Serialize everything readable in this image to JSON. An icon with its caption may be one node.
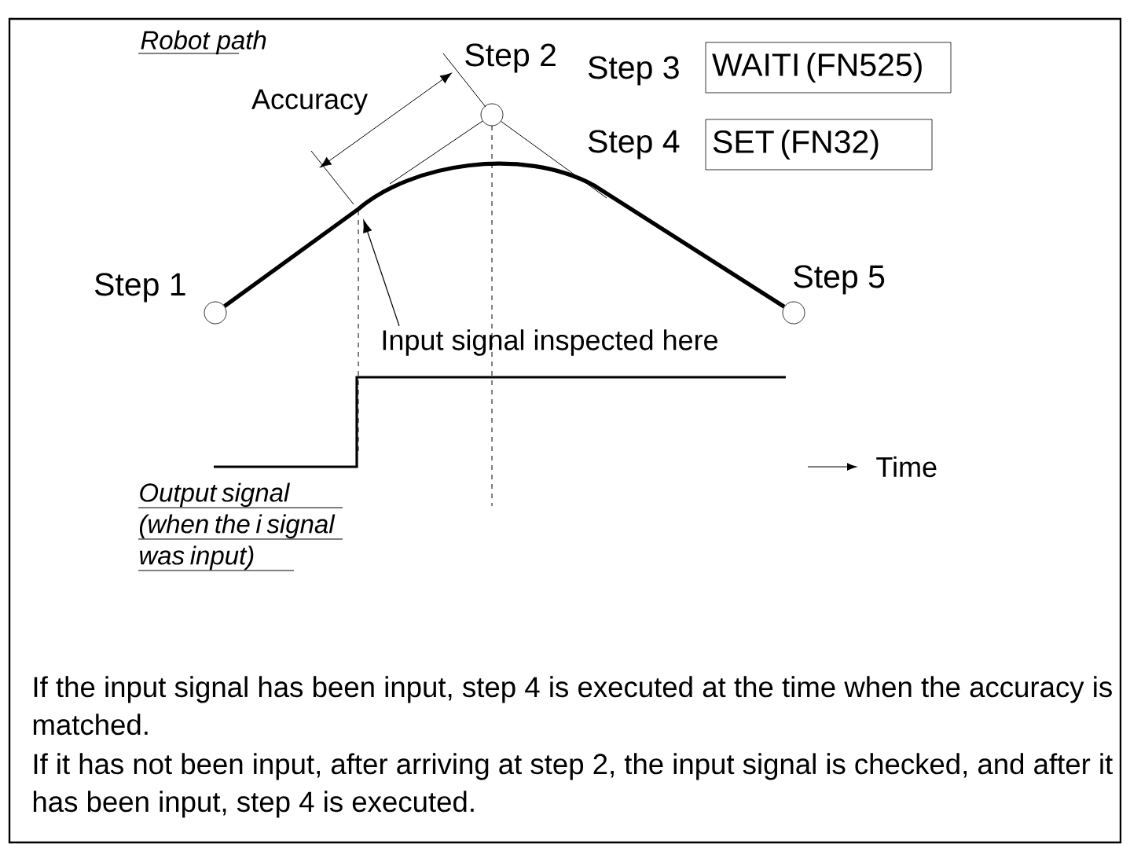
{
  "diagram": {
    "nodes": [
      {
        "text": [],
        "shape": "circle",
        "beside": [
          "Step 1"
        ]
      },
      {
        "text": [],
        "shape": "circle",
        "beside": [
          "Step 2"
        ]
      },
      {
        "text": [],
        "shape": "circle",
        "beside": [
          "Step 5"
        ]
      },
      {
        "text": [
          "WAITI (FN525)"
        ],
        "beside": [
          "Step 3"
        ]
      },
      {
        "text": [
          "SET (FN32)"
        ],
        "beside": [
          "Step 4"
        ]
      },
      {
        "text": [
          "Input signal inspected here"
        ]
      }
    ],
    "edges": [
      {
        "from": 0,
        "to": 2,
        "arrow": "none",
        "style": "thick"
      },
      {
        "from": 5,
        "to": null,
        "arrow": "to"
      },
      {
        "from": null,
        "to": 1,
        "arrow": "none"
      },
      {
        "from": 1,
        "to": null,
        "arrow": "none"
      }
    ],
    "labels": [
      "Robot path",
      "Accuracy",
      "Output signal (when the i signal was input)",
      "Time",
      "If the input signal has been input, step 4 is executed at the time when the accuracy is matched.",
      "If it has not been input, after arriving at step 2, the input signal is checked, and after it has been input, step 4 is executed."
    ]
  }
}
